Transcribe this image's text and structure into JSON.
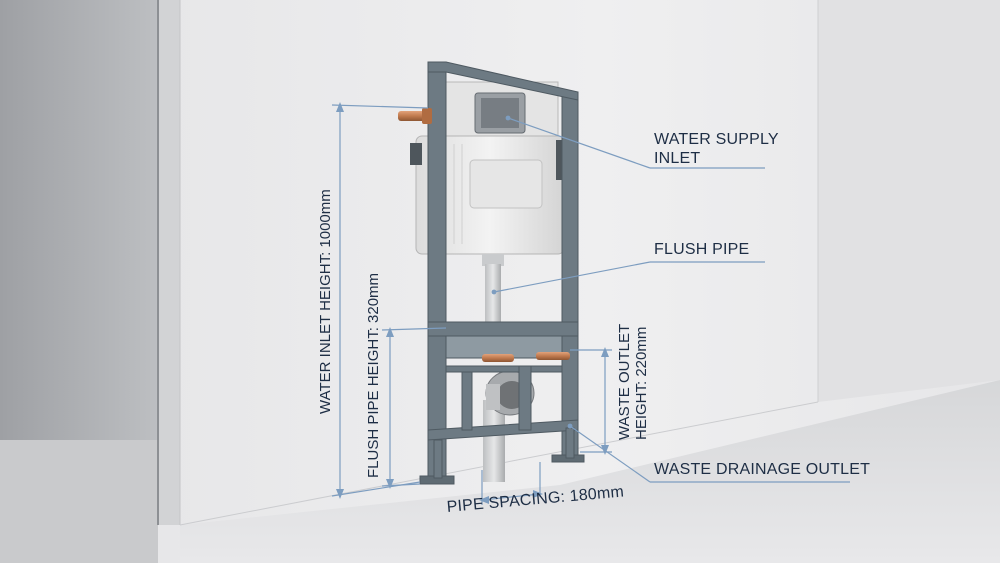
{
  "labels": {
    "water_supply_inlet": [
      "WATER SUPPLY",
      "INLET"
    ],
    "flush_pipe": "FLUSH PIPE",
    "waste_drainage_outlet": "WASTE DRAINAGE OUTLET",
    "pipe_spacing": "PIPE SPACING: 180mm",
    "water_inlet_height": "WATER INLET HEIGHT: 1000mm",
    "flush_pipe_height": "FLUSH PIPE HEIGHT: 320mm",
    "waste_outlet_height": [
      "WASTE OUTLET",
      "HEIGHT: 220mm"
    ]
  },
  "colors": {
    "frame": "#6d7a83",
    "frame_light": "#8e9aa2",
    "cistern": "#ececec",
    "copper": "#c07a4e",
    "dimension_line": "#7d9dc0",
    "text": "#1e2e45",
    "wall": "#ececec",
    "floor": "#dedede"
  }
}
